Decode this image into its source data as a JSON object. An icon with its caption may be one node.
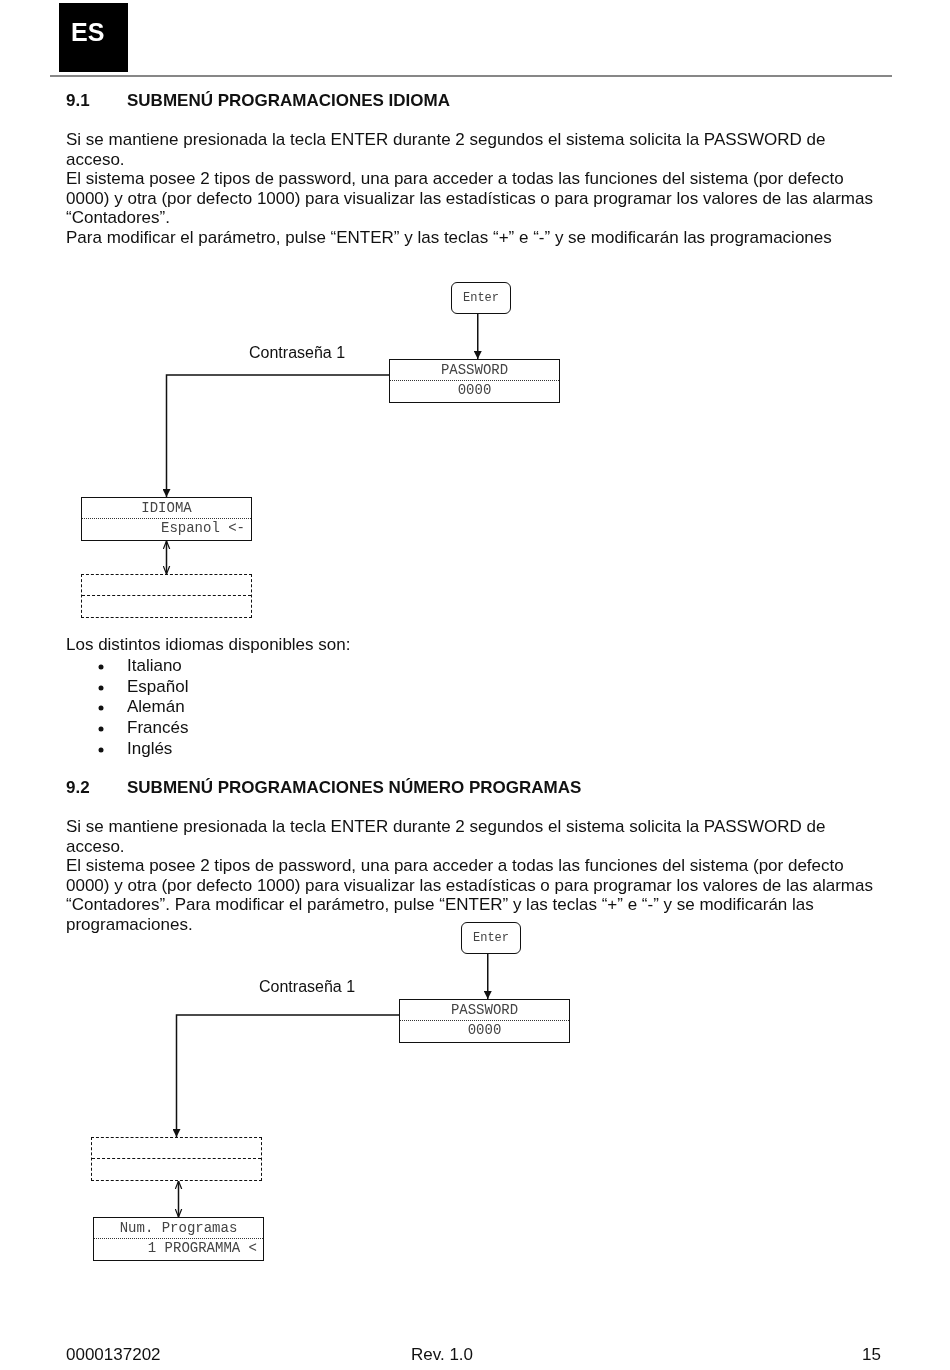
{
  "diagram": {
    "nodes": [
      {
        "text": [
          "Enter"
        ]
      },
      {
        "text": [
          "PASSWORD",
          "0000"
        ]
      },
      {
        "text": [
          "IDIOMA",
          "Espanol <-"
        ]
      },
      {
        "text": [],
        "shape": "box"
      },
      {
        "text": [
          "Enter"
        ]
      },
      {
        "text": [
          "PASSWORD",
          "0000"
        ]
      },
      {
        "text": [],
        "shape": "box"
      },
      {
        "text": [
          "Num. Programas",
          "1 PROGRAMMA <"
        ]
      }
    ],
    "edges": [
      {
        "from": 0,
        "to": 1,
        "arrow": "to"
      },
      {
        "from": 1,
        "to": 2,
        "arrow": "to",
        "label": "Contraseña 1"
      },
      {
        "from": 2,
        "to": 3,
        "arrow": "both"
      },
      {
        "from": 4,
        "to": 5,
        "arrow": "to"
      },
      {
        "from": 5,
        "to": 6,
        "arrow": "to",
        "label": "Contraseña 1"
      },
      {
        "from": 6,
        "to": 7,
        "arrow": "both"
      }
    ],
    "labels": [
      "ES",
      "9.1",
      "SUBMENÚ PROGRAMACIONES IDIOMA",
      "Si se mantiene presionada la tecla ENTER durante 2 segundos el sistema solicita la PASSWORD de acceso.",
      "El sistema posee 2 tipos de password, una para acceder a todas las funciones del sistema (por defecto 0000) y otra (por defecto 1000) para visualizar las estadísticas o para programar los valores de las alarmas “Contadores”.",
      "Para modificar el parámetro, pulse “ENTER” y las teclas “+” e “-” y se modificarán las programaciones",
      "Los distintos idiomas disponibles son:",
      "Italiano",
      "Español",
      "Alemán",
      "Francés",
      "Inglés",
      "9.2",
      "SUBMENÚ PROGRAMACIONES NÚMERO PROGRAMAS",
      "Si se mantiene presionada la tecla ENTER durante 2 segundos el sistema solicita la PASSWORD de acceso.",
      "El sistema posee 2 tipos de password, una para acceder a todas las funciones del sistema (por defecto 0000) y otra (por defecto 1000) para visualizar las estadísticas o para programar los valores de las alarmas “Contadores”. Para modificar el parámetro, pulse “ENTER” y las teclas “+” e “-” y se modificarán las programaciones.",
      "0000137202",
      "Rev. 1.0",
      "15"
    ]
  }
}
